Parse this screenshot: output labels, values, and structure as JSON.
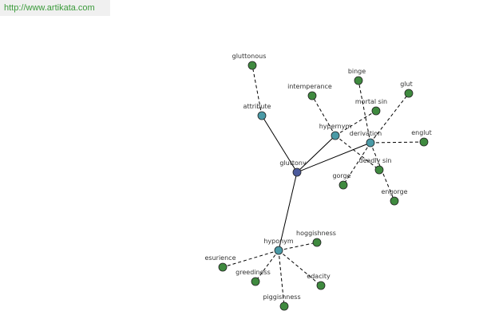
{
  "header": {
    "url_text": "http://www.artikata.com"
  },
  "colors": {
    "center": "#4b5a9c",
    "relation": "#4a9aa6",
    "word": "#3f8a3f",
    "stroke": "#222222"
  },
  "graph": {
    "nodes": [
      {
        "id": "gluttony",
        "label": "gluttony",
        "kind": "center"
      },
      {
        "id": "attribute",
        "label": "attribute",
        "kind": "relation"
      },
      {
        "id": "hypernym",
        "label": "hypernym",
        "kind": "relation"
      },
      {
        "id": "derivation",
        "label": "derivation",
        "kind": "relation"
      },
      {
        "id": "hyponym",
        "label": "hyponym",
        "kind": "relation"
      },
      {
        "id": "gluttonous",
        "label": "gluttonous",
        "kind": "word"
      },
      {
        "id": "intemperance",
        "label": "intemperance",
        "kind": "word"
      },
      {
        "id": "binge",
        "label": "binge",
        "kind": "word"
      },
      {
        "id": "glut",
        "label": "glut",
        "kind": "word"
      },
      {
        "id": "mortal_sin",
        "label": "mortal sin",
        "kind": "word"
      },
      {
        "id": "englut",
        "label": "englut",
        "kind": "word"
      },
      {
        "id": "deadly_sin",
        "label": "deadly sin",
        "kind": "word"
      },
      {
        "id": "gorge",
        "label": "gorge",
        "kind": "word"
      },
      {
        "id": "engorge",
        "label": "engorge",
        "kind": "word"
      },
      {
        "id": "hoggishness",
        "label": "hoggishness",
        "kind": "word"
      },
      {
        "id": "esurience",
        "label": "esurience",
        "kind": "word"
      },
      {
        "id": "greediness",
        "label": "greediness",
        "kind": "word"
      },
      {
        "id": "edacity",
        "label": "edacity",
        "kind": "word"
      },
      {
        "id": "piggishness",
        "label": "piggishness",
        "kind": "word"
      }
    ],
    "edges": [
      {
        "from": "gluttony",
        "to": "attribute",
        "style": "solid"
      },
      {
        "from": "gluttony",
        "to": "hypernym",
        "style": "solid"
      },
      {
        "from": "gluttony",
        "to": "derivation",
        "style": "solid"
      },
      {
        "from": "gluttony",
        "to": "hyponym",
        "style": "solid"
      },
      {
        "from": "attribute",
        "to": "gluttonous",
        "style": "dashed"
      },
      {
        "from": "hypernym",
        "to": "intemperance",
        "style": "dashed"
      },
      {
        "from": "hypernym",
        "to": "mortal_sin",
        "style": "dashed"
      },
      {
        "from": "hypernym",
        "to": "deadly_sin",
        "style": "dashed"
      },
      {
        "from": "derivation",
        "to": "binge",
        "style": "dashed"
      },
      {
        "from": "derivation",
        "to": "glut",
        "style": "dashed"
      },
      {
        "from": "derivation",
        "to": "englut",
        "style": "dashed"
      },
      {
        "from": "derivation",
        "to": "engorge",
        "style": "dashed"
      },
      {
        "from": "derivation",
        "to": "gorge",
        "style": "dashed"
      },
      {
        "from": "hyponym",
        "to": "hoggishness",
        "style": "dashed"
      },
      {
        "from": "hyponym",
        "to": "esurience",
        "style": "dashed"
      },
      {
        "from": "hyponym",
        "to": "greediness",
        "style": "dashed"
      },
      {
        "from": "hyponym",
        "to": "edacity",
        "style": "dashed"
      },
      {
        "from": "hyponym",
        "to": "piggishness",
        "style": "dashed"
      }
    ]
  }
}
